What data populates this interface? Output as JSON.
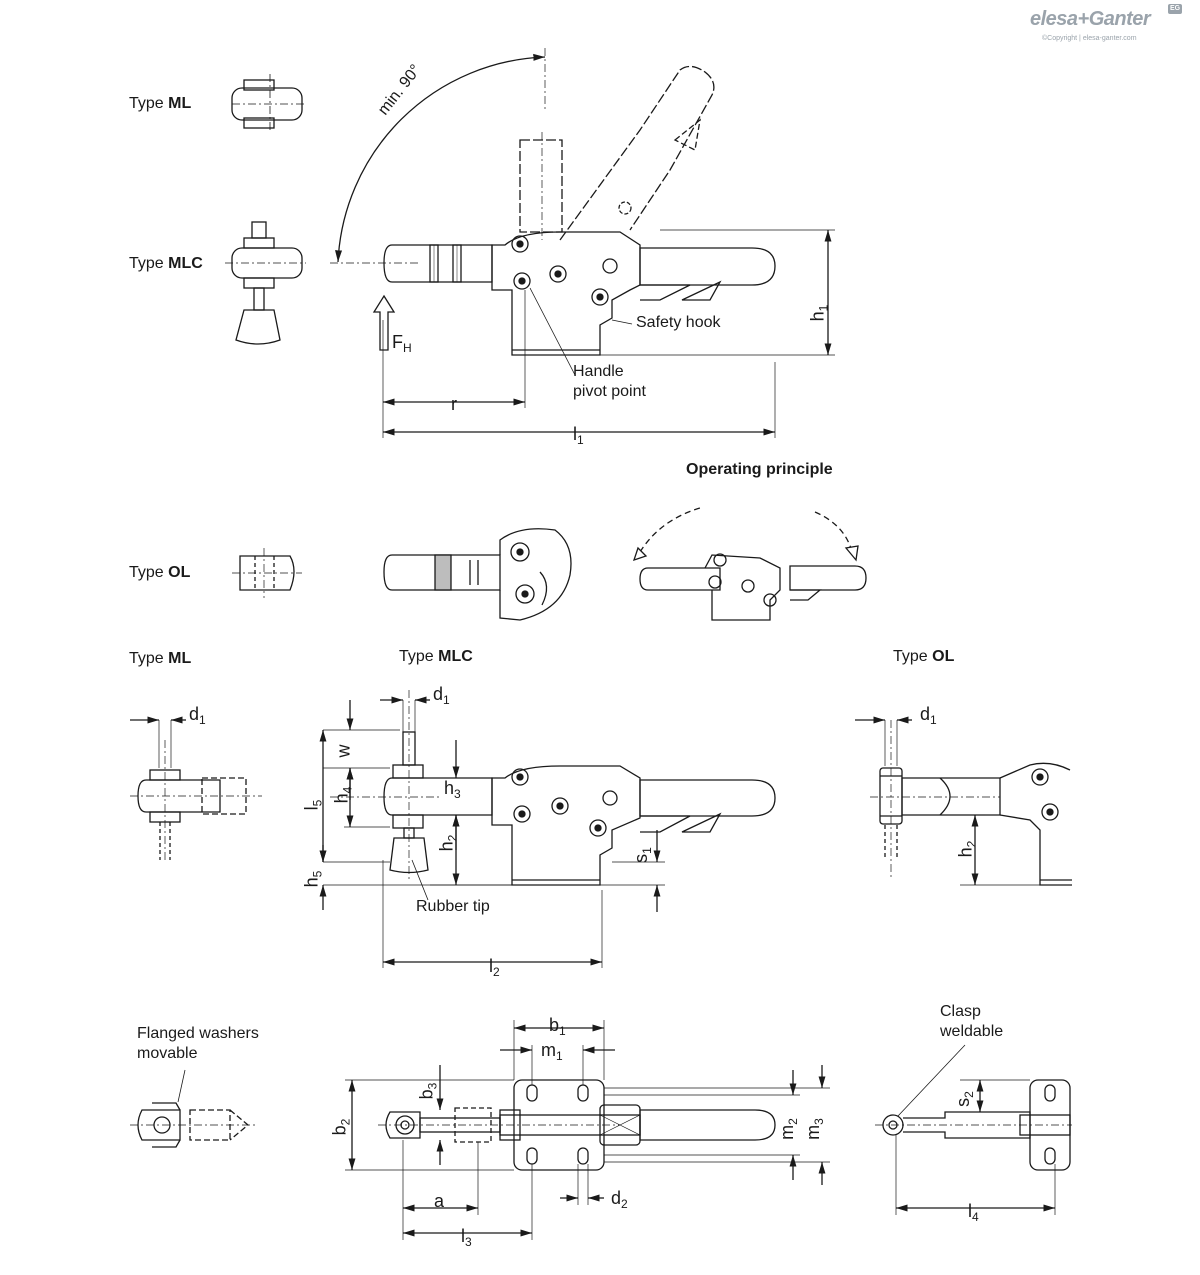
{
  "brand": {
    "name": "elesa+Ganter",
    "copyright": "©Copyright | elesa-ganter.com",
    "mark": "EG"
  },
  "type_labels": {
    "ml_top": {
      "prefix": "Type ",
      "bold": "ML"
    },
    "mlc_top": {
      "prefix": "Type ",
      "bold": "MLC"
    },
    "ol_mid": {
      "prefix": "Type ",
      "bold": "OL"
    },
    "ml_bottom": {
      "prefix": "Type ",
      "bold": "ML"
    },
    "mlc_bottom": {
      "prefix": "Type ",
      "bold": "MLC"
    },
    "ol_bottom": {
      "prefix": "Type ",
      "bold": "OL"
    }
  },
  "annotations": {
    "min_angle": "min. 90°",
    "safety_hook": "Safety hook",
    "handle_pivot_1": "Handle",
    "handle_pivot_2": "pivot point",
    "operating_principle": "Operating principle",
    "rubber_tip": "Rubber tip",
    "flanged_1": "Flanged washers",
    "flanged_2": "movable",
    "clasp_1": "Clasp",
    "clasp_2": "weldable"
  },
  "dimensions": {
    "FH": {
      "main": "F",
      "sub": "H"
    },
    "r": {
      "main": "r",
      "sub": ""
    },
    "l1": {
      "main": "l",
      "sub": "1"
    },
    "h1": {
      "main": "h",
      "sub": "1"
    },
    "d1_ml": {
      "main": "d",
      "sub": "1"
    },
    "d1_mlc": {
      "main": "d",
      "sub": "1"
    },
    "d1_ol": {
      "main": "d",
      "sub": "1"
    },
    "w": {
      "main": "w",
      "sub": ""
    },
    "l5": {
      "main": "l",
      "sub": "5"
    },
    "h4": {
      "main": "h",
      "sub": "4"
    },
    "h3": {
      "main": "h",
      "sub": "3"
    },
    "h2_mlc": {
      "main": "h",
      "sub": "2"
    },
    "h5": {
      "main": "h",
      "sub": "5"
    },
    "s1": {
      "main": "s",
      "sub": "1"
    },
    "h2_ol": {
      "main": "h",
      "sub": "2"
    },
    "l2": {
      "main": "l",
      "sub": "2"
    },
    "b1": {
      "main": "b",
      "sub": "1"
    },
    "m1": {
      "main": "m",
      "sub": "1"
    },
    "b3": {
      "main": "b",
      "sub": "3"
    },
    "b2": {
      "main": "b",
      "sub": "2"
    },
    "m2": {
      "main": "m",
      "sub": "2"
    },
    "m3": {
      "main": "m",
      "sub": "3"
    },
    "a": {
      "main": "a",
      "sub": ""
    },
    "d2": {
      "main": "d",
      "sub": "2"
    },
    "l3": {
      "main": "l",
      "sub": "3"
    },
    "s2": {
      "main": "s",
      "sub": "2"
    },
    "l4": {
      "main": "l",
      "sub": "4"
    }
  }
}
